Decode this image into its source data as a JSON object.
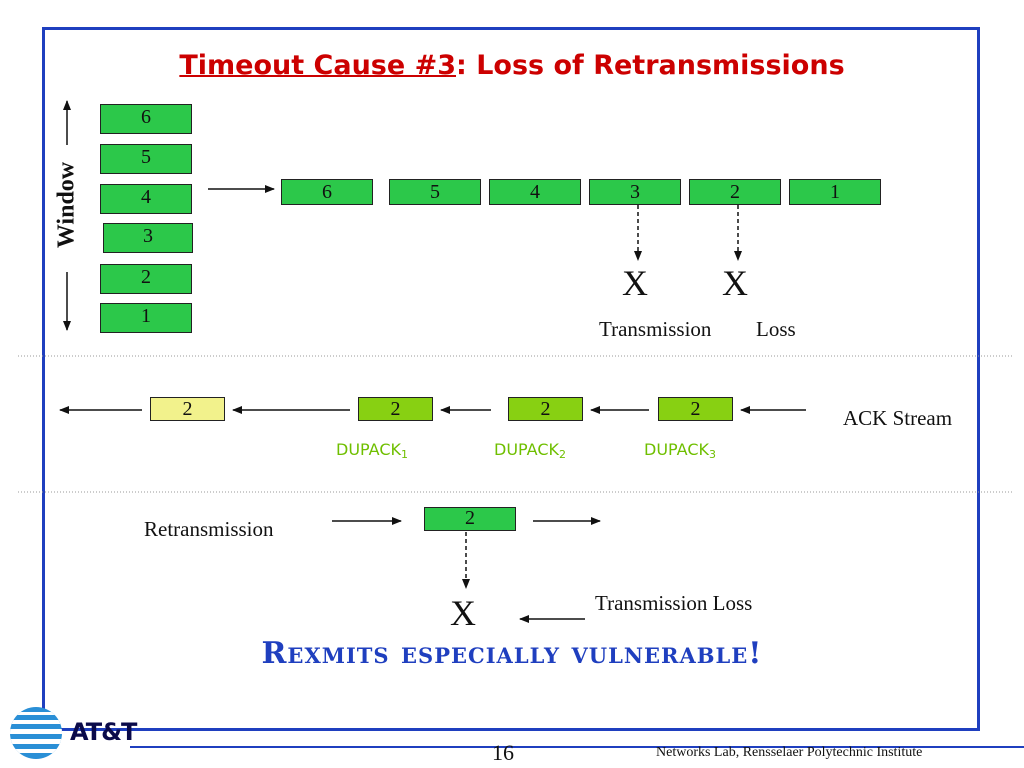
{
  "title": {
    "emph": "Timeout Cause #3",
    "rest": ": Loss of Retransmissions"
  },
  "window": {
    "label": "Window",
    "stack": [
      "6",
      "5",
      "4",
      "3",
      "2",
      "1"
    ]
  },
  "transmission": {
    "packets": [
      "6",
      "5",
      "4",
      "3",
      "2",
      "1"
    ],
    "lost_marks": [
      "X",
      "X"
    ],
    "loss_label_a": "Transmission",
    "loss_label_b": "Loss"
  },
  "ack_stream": {
    "label": "ACK Stream",
    "acks": [
      "2",
      "2",
      "2",
      "2"
    ],
    "dupacks": [
      {
        "text": "DUPACK",
        "sub": "1"
      },
      {
        "text": "DUPACK",
        "sub": "2"
      },
      {
        "text": "DUPACK",
        "sub": "3"
      }
    ]
  },
  "retransmission": {
    "label": "Retransmission",
    "packet": "2",
    "lost_mark": "X",
    "loss_label": "Transmission Loss"
  },
  "banner": "Rexmits especially vulnerable!",
  "footer": {
    "logo_text": "AT&T",
    "page": "16",
    "credit": "Networks Lab, Rensselaer Polytechnic Institute"
  },
  "colors": {
    "frame": "#1f3fbf",
    "title": "#cc0000",
    "packet": "#2cc84a",
    "dupack": "#88d012",
    "ack_first": "#f2f28c",
    "dupack_text": "#6fbf00",
    "banner": "#1f3fbf"
  }
}
